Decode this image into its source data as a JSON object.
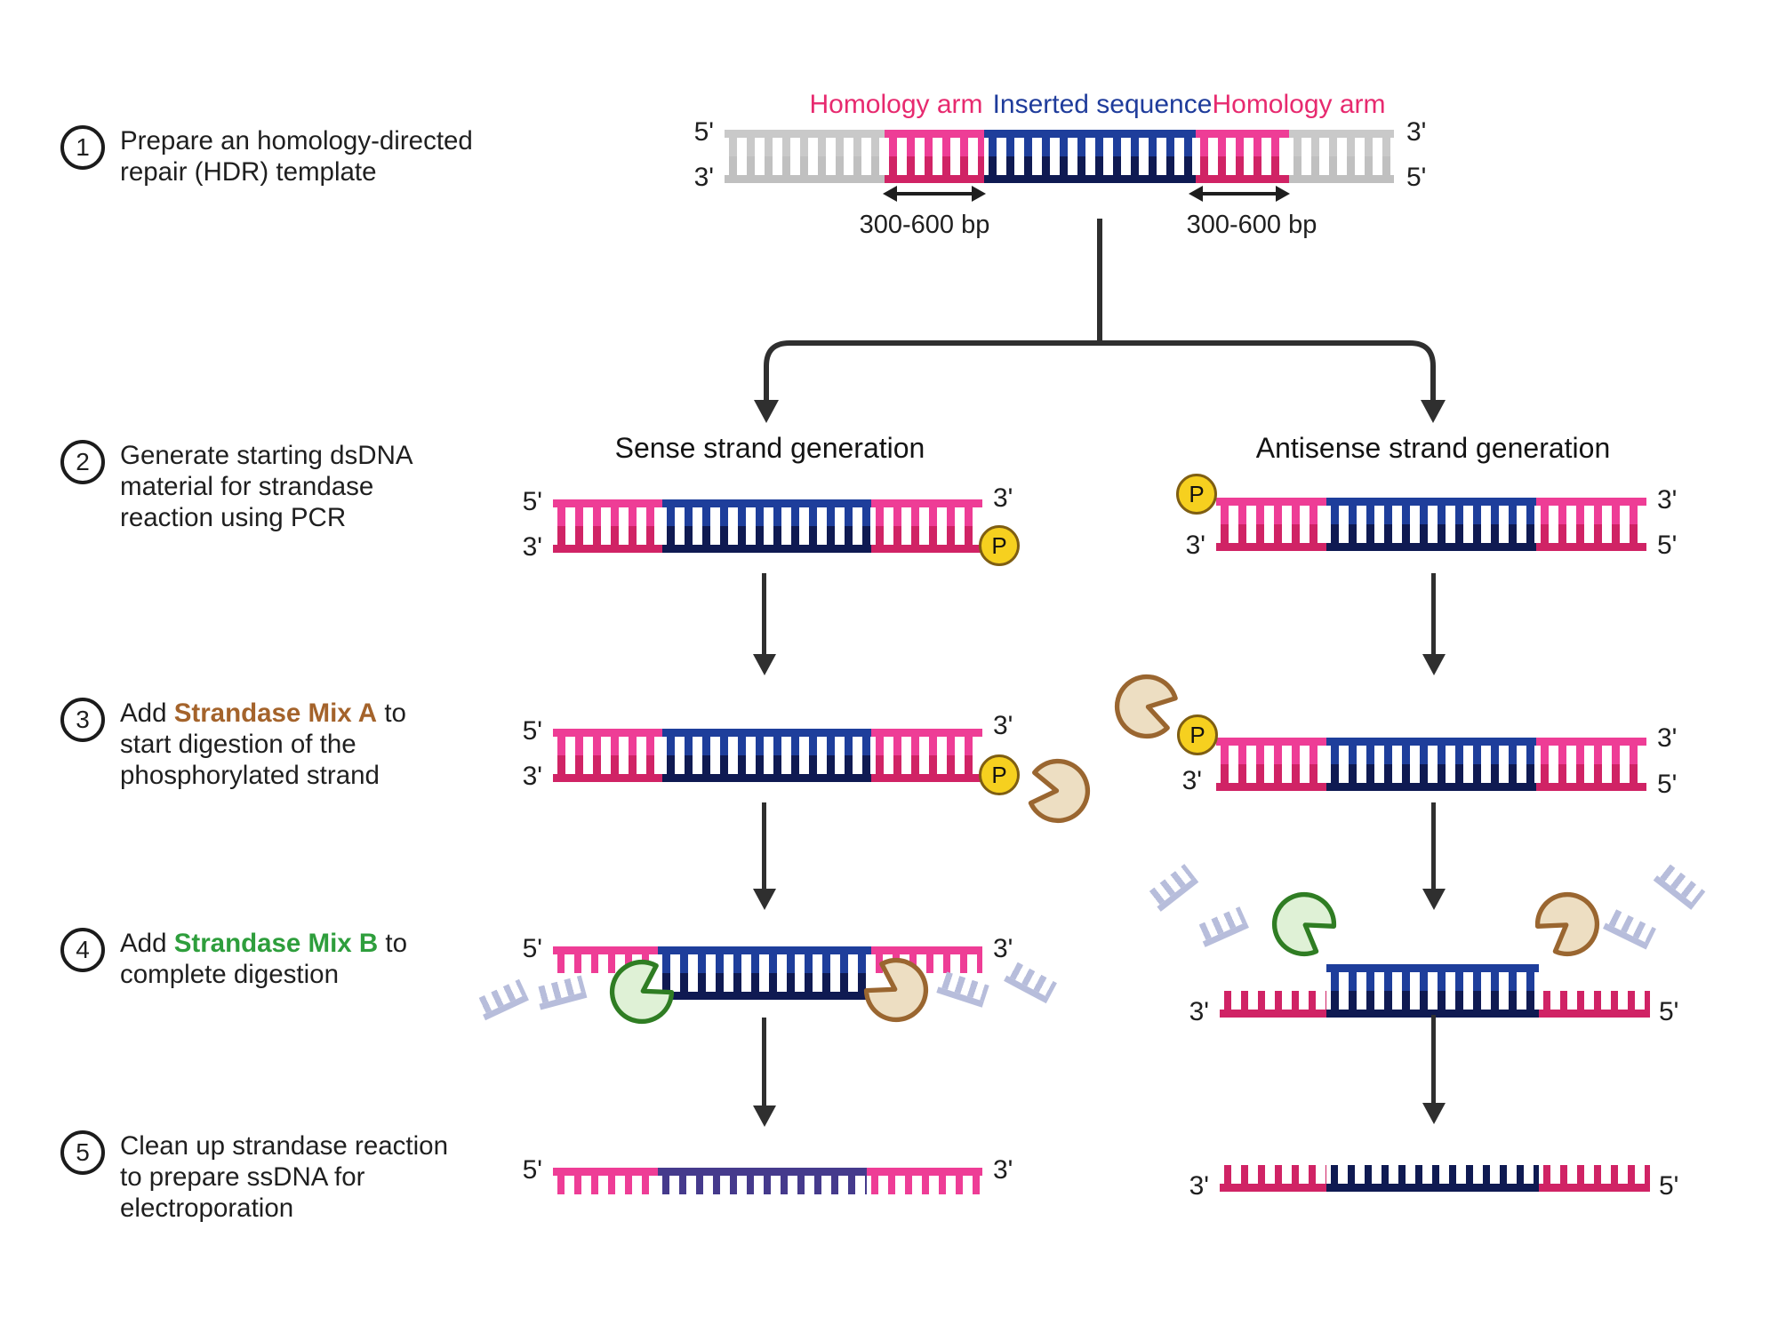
{
  "palette": {
    "pink_top_strand": "#EE3D96",
    "pink_bottom_strand": "#D02365",
    "navy_top_strand": "#1E3E9B",
    "navy_bottom_strand": "#0F1A52",
    "purple_ssdna": "#453A8C",
    "gray_strand": "#C9C9C9",
    "phosphate_fill": "#F6D01F",
    "phosphate_border": "#7F5E12",
    "strandase_a_fill": "#EDDEC2",
    "strandase_a_border": "#9A6630",
    "strandase_b_fill": "#DFF1D6",
    "strandase_b_border": "#2F7D23",
    "fragment": "#B7BDDB",
    "homology_label": "#E72A6F",
    "insert_label": "#1F3C9B",
    "mix_a_text": "#A4632B",
    "mix_b_text": "#2E9E3C",
    "arrow": "#2F2F2F"
  },
  "steps": [
    {
      "num": "1",
      "lines": [
        "Prepare an homology-directed",
        "repair (HDR) template"
      ]
    },
    {
      "num": "2",
      "lines": [
        "Generate starting dsDNA",
        "material for strandase",
        "reaction using PCR"
      ]
    },
    {
      "num": "3",
      "pre": "Add ",
      "bold": "Strandase Mix A",
      "post": " to",
      "lines": [
        "start digestion of the",
        "phosphorylated strand"
      ]
    },
    {
      "num": "4",
      "pre": "Add ",
      "bold": "Strandase Mix B",
      "post": " to",
      "lines": [
        "complete digestion"
      ]
    },
    {
      "num": "5",
      "lines": [
        "Clean up strandase reaction",
        "to prepare ssDNA for",
        "electroporation"
      ]
    }
  ],
  "template": {
    "homology_arm_left": "Homology arm",
    "inserted_sequence": "Inserted sequence",
    "homology_arm_right": "Homology arm",
    "bp_left": "300-600 bp",
    "bp_right": "300-600 bp"
  },
  "columns": {
    "sense_title": "Sense strand generation",
    "antisense_title": "Antisense strand generation"
  },
  "ends": {
    "five": "5'",
    "three": "3'"
  },
  "phosphate_label": "P"
}
